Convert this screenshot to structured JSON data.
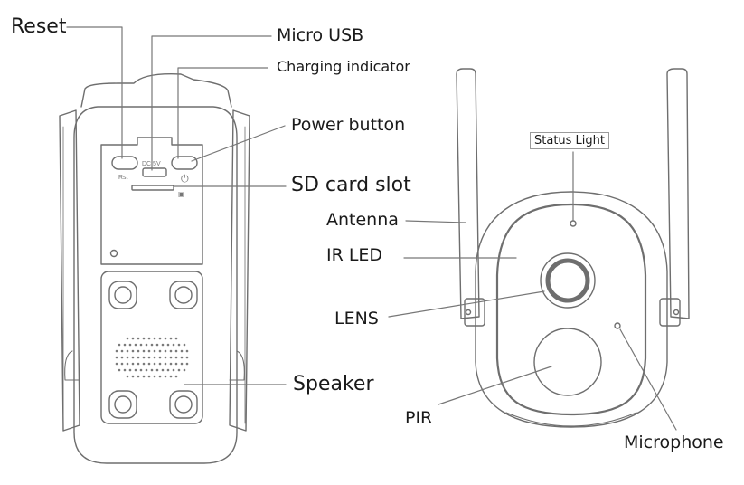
{
  "labels": {
    "reset": "Reset",
    "micro_usb": "Micro USB",
    "charging_indicator": "Charging indicator",
    "power_button": "Power button",
    "sd_card_slot": "SD card slot",
    "speaker": "Speaker",
    "status_light": "Status Light",
    "antenna": "Antenna",
    "ir_led": "IR LED",
    "lens": "LENS",
    "pir": "PIR",
    "microphone": "Microphone"
  },
  "device_marks": {
    "rst": "Rst",
    "dc5v": "DC 5V",
    "power_symbol": "⏻",
    "sd_symbol": "▣"
  },
  "colors": {
    "line": "#6e6e6e",
    "leader": "#777777",
    "text": "#1a1a1a"
  }
}
